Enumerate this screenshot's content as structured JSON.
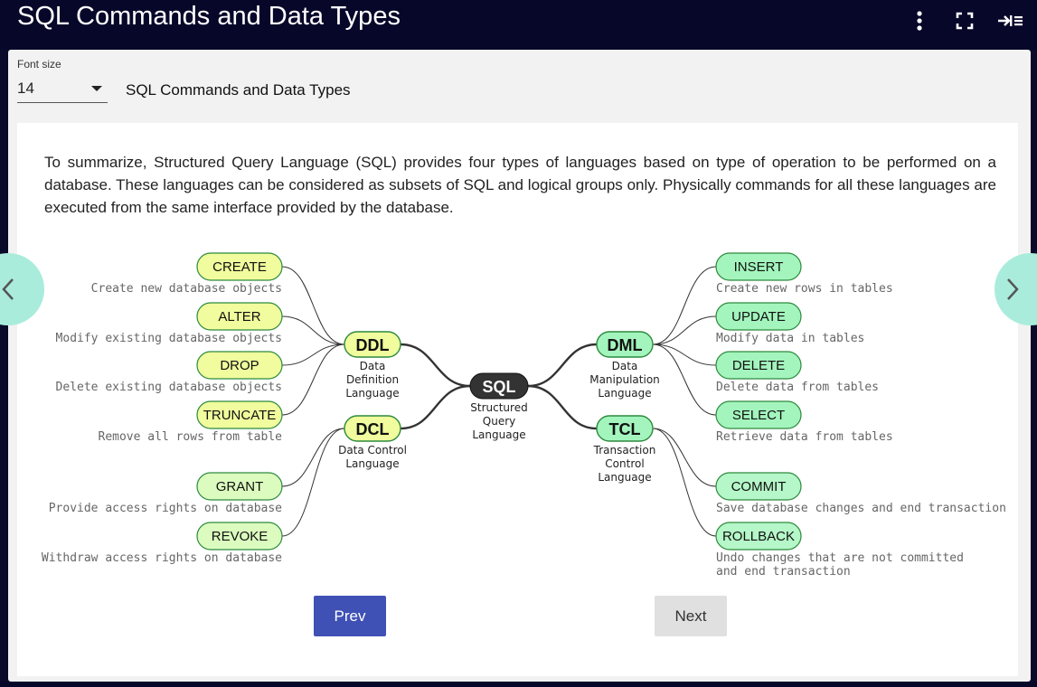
{
  "app": {
    "title": "SQL Commands and Data Types",
    "icons": [
      "more-vert-icon",
      "fullscreen-icon",
      "collapse-panel-icon"
    ]
  },
  "toolbar": {
    "font_size_label": "Font size",
    "font_size_value": "14",
    "page_title": "SQL Commands and Data Types"
  },
  "content": {
    "intro": "To summarize, Structured Query Language (SQL) provides four types of languages based on type of operation to be performed on a database. These languages can be considered as subsets of SQL and logical groups only. Physically commands for all these languages are executed from the same interface provided by the database."
  },
  "diagram": {
    "root": {
      "label": "SQL",
      "desc": [
        "Structured",
        "Query",
        "Language"
      ]
    },
    "groups": {
      "ddl": {
        "label": "DDL",
        "desc": [
          "Data",
          "Definition",
          "Language"
        ],
        "color": "#f0fc9d"
      },
      "dcl": {
        "label": "DCL",
        "desc": [
          "Data Control",
          "Language"
        ],
        "color": "#f0fc9d"
      },
      "dml": {
        "label": "DML",
        "desc": [
          "Data",
          "Manipulation",
          "Language"
        ],
        "color": "#a3f5bd"
      },
      "tcl": {
        "label": "TCL",
        "desc": [
          "Transaction",
          "Control",
          "Language"
        ],
        "color": "#a3f5bd"
      }
    },
    "commands": {
      "create": {
        "label": "CREATE",
        "desc": [
          "Create new database objects"
        ]
      },
      "alter": {
        "label": "ALTER",
        "desc": [
          "Modify existing database objects"
        ]
      },
      "drop": {
        "label": "DROP",
        "desc": [
          "Delete existing database objects"
        ]
      },
      "truncate": {
        "label": "TRUNCATE",
        "desc": [
          "Remove all rows from table"
        ]
      },
      "grant": {
        "label": "GRANT",
        "desc": [
          "Provide access rights on database"
        ]
      },
      "revoke": {
        "label": "REVOKE",
        "desc": [
          "Withdraw access rights on database"
        ]
      },
      "insert": {
        "label": "INSERT",
        "desc": [
          "Create new rows in tables"
        ]
      },
      "update": {
        "label": "UPDATE",
        "desc": [
          "Modify data in tables"
        ]
      },
      "delete": {
        "label": "DELETE",
        "desc": [
          "Delete data from tables"
        ]
      },
      "select": {
        "label": "SELECT",
        "desc": [
          "Retrieve data from tables"
        ]
      },
      "commit": {
        "label": "COMMIT",
        "desc": [
          "Save database changes and end transaction"
        ]
      },
      "rollback": {
        "label": "ROLLBACK",
        "desc": [
          "Undo changes that are not committed",
          "and end transaction"
        ]
      }
    }
  },
  "nav": {
    "prev_label": "Prev",
    "next_label": "Next",
    "left_arrow_icon": "chevron-left-icon",
    "right_arrow_icon": "chevron-right-icon"
  },
  "colors": {
    "header_bg": "#07072a",
    "accent": "#3f51b5",
    "ddl_dcl_fill": "#f0fc9d",
    "dml_tcl_fill": "#a3f5bd",
    "side_arrow_bg": "#a9ecdc"
  }
}
